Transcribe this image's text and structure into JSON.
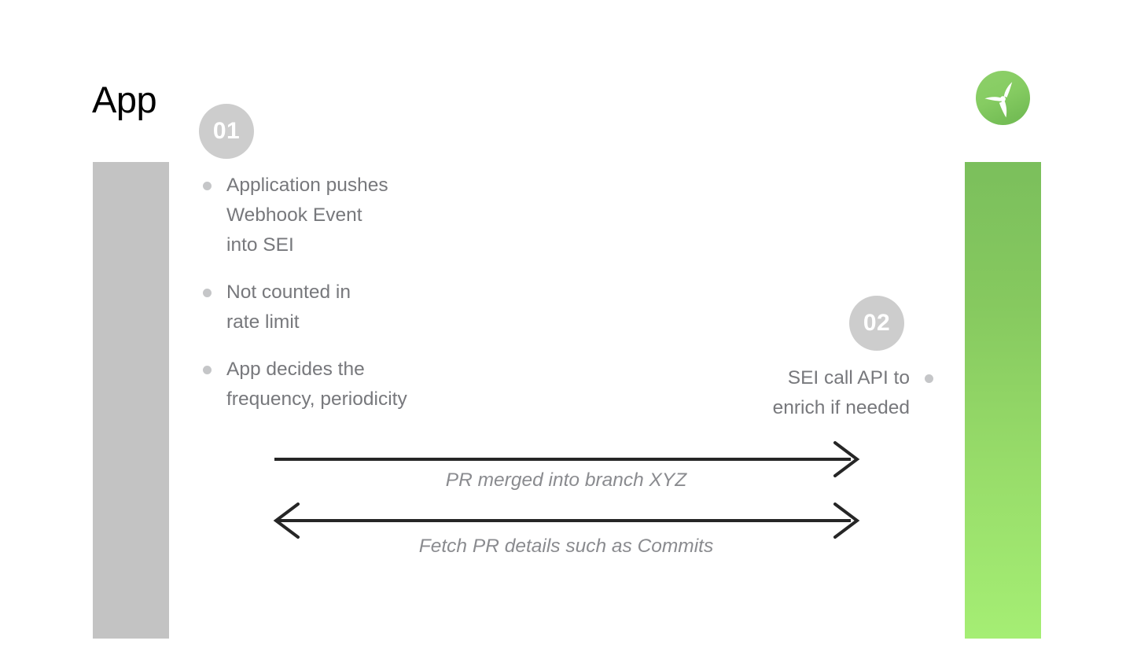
{
  "slide": {
    "title": "App",
    "logo_icon": "propeller-logo-icon",
    "background_color": "#ffffff"
  },
  "lanes": [
    {
      "name": "app-lane",
      "label": "App",
      "color": "#c3c3c3"
    },
    {
      "name": "sei-lane",
      "label": "",
      "color_top": "#7bbf5c",
      "color_bottom": "#a5ee74"
    }
  ],
  "steps": [
    {
      "badge": "01",
      "side": "left",
      "bullets": [
        "Application pushes Webhook Event into SEI",
        "Not counted in rate limit",
        "App decides the frequency, periodicity"
      ]
    },
    {
      "badge": "02",
      "side": "right",
      "bullets": [
        "SEI call API to enrich if needed"
      ]
    }
  ],
  "left_bullets": [
    {
      "line1": "Application pushes",
      "line2": "Webhook Event",
      "line3": "into SEI"
    },
    {
      "line1": "Not counted in",
      "line2": "rate limit"
    },
    {
      "line1": "App decides the",
      "line2": "frequency, periodicity"
    }
  ],
  "right_bullets": [
    {
      "line1": "SEI call API to",
      "line2": "enrich if needed"
    }
  ],
  "arrows": [
    {
      "name": "pr-merged-arrow",
      "label": "PR merged into branch XYZ",
      "direction": "right"
    },
    {
      "name": "fetch-pr-arrow",
      "label": "Fetch PR details such as Commits",
      "direction": "both"
    }
  ],
  "colors": {
    "accent_green_top": "#7bbf5c",
    "accent_green_bottom": "#a5ee74",
    "lane_gray": "#c3c3c3",
    "badge_gray": "#cdcdcd",
    "body_text_gray": "#77787c",
    "label_gray": "#8a8b8f",
    "arrow_black": "#262626"
  }
}
